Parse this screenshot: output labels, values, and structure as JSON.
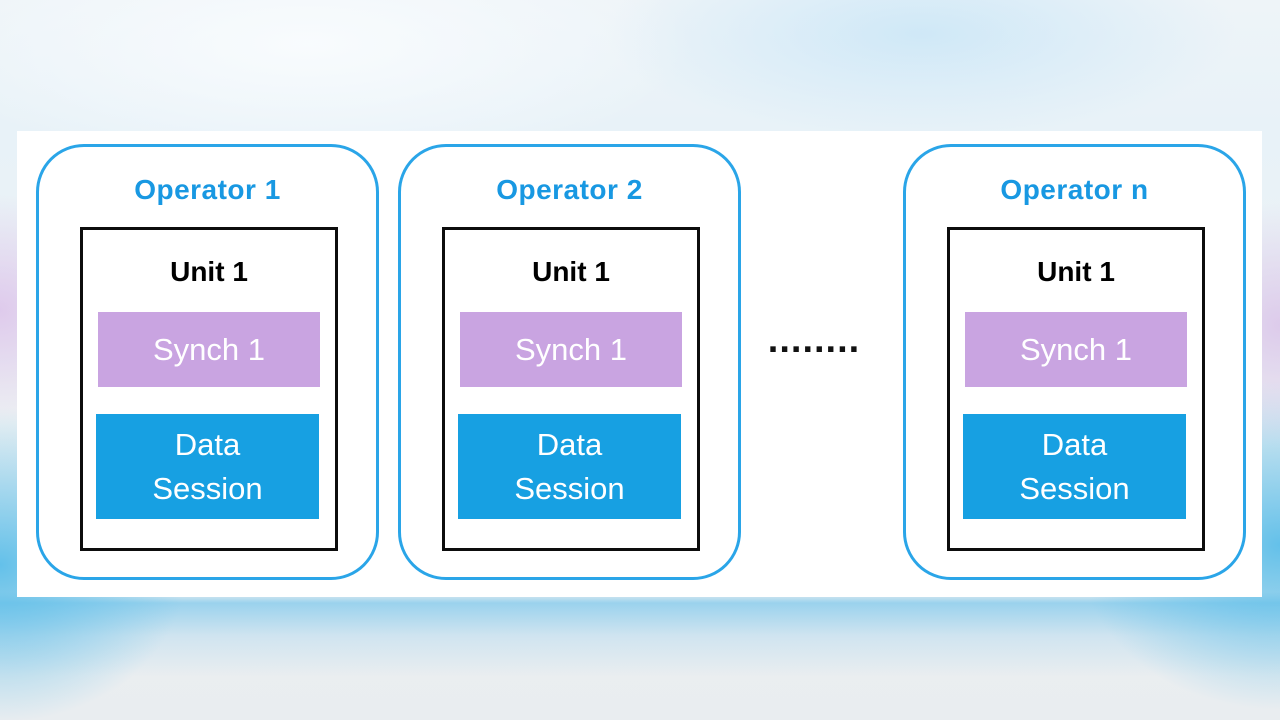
{
  "colors": {
    "card_border_blue": "#2aa5e8",
    "operator_label_blue": "#1898e2",
    "synch_purple": "#c9a4e1",
    "session_blue": "#17a0e2",
    "unit_border_black": "#0d0d0d"
  },
  "diagram": {
    "operators": [
      {
        "label": "Operator 1",
        "unit": {
          "label": "Unit 1",
          "synch_label": "Synch 1",
          "session_label": "Data\nSession"
        }
      },
      {
        "label": "Operator 2",
        "unit": {
          "label": "Unit 1",
          "synch_label": "Synch 1",
          "session_label": "Data\nSession"
        }
      },
      {
        "label": "Operator n",
        "unit": {
          "label": "Unit 1",
          "synch_label": "Synch 1",
          "session_label": "Data\nSession"
        }
      }
    ],
    "ellipsis": "........"
  }
}
